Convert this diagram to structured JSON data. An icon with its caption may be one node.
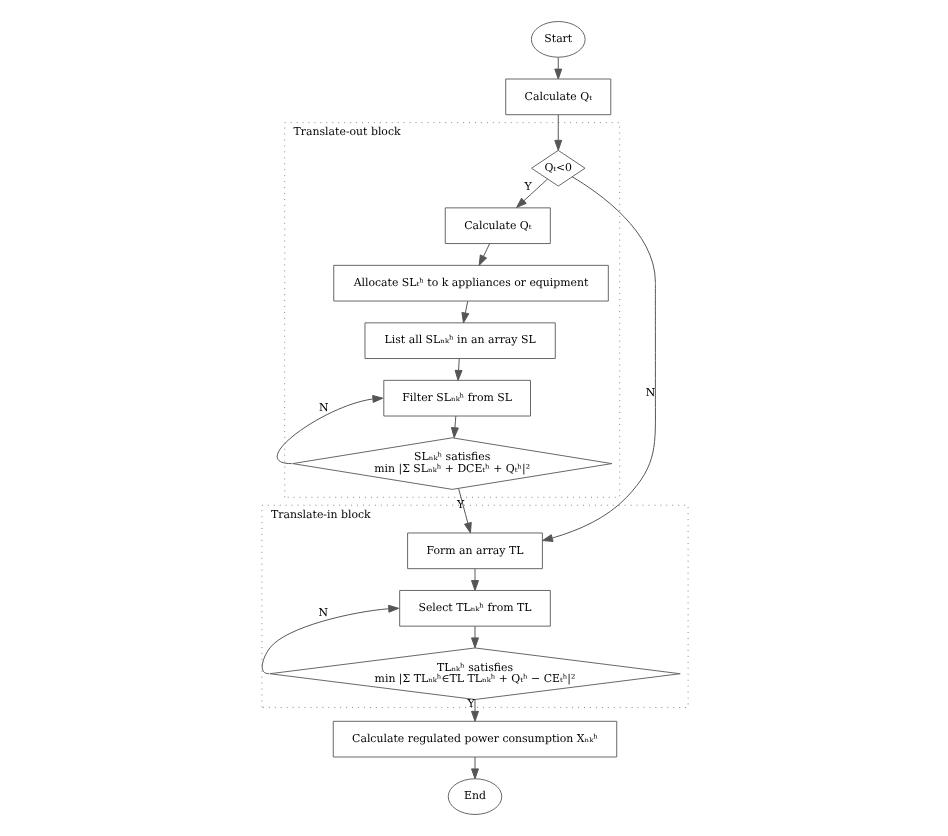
{
  "diagram": {
    "nodes": [
      {
        "text": [
          "Start"
        ]
      },
      {
        "text": [
          "Calculate Qₜ"
        ]
      },
      {
        "text": [
          "Translate-out block"
        ]
      },
      {
        "text": [
          "Qₜ<0"
        ],
        "in": 2
      },
      {
        "text": [
          "Calculate Qₜ"
        ],
        "in": 2
      },
      {
        "text": [
          "Allocate SLₜʰ to k appliances or equipment"
        ],
        "in": 2
      },
      {
        "text": [
          "List all SLₙₖʰ in an array SL"
        ],
        "in": 2
      },
      {
        "text": [
          "Filter SLₙₖʰ from SL"
        ],
        "in": 2
      },
      {
        "text": [
          "SLₙₖʰ satisfies",
          "min |Σ SLₙₖʰ + DCEₜʰ + Qₜʰ|²"
        ],
        "in": 2
      },
      {
        "text": [
          "Translate-in block"
        ]
      },
      {
        "text": [
          "Form an array TL"
        ],
        "in": 9
      },
      {
        "text": [
          "Select TLₙₖʰ from TL"
        ],
        "in": 9
      },
      {
        "text": [
          "TLₙₖʰ satisfies",
          "min |Σ TLₙₖʰ∈TL TLₙₖʰ + Qₜʰ − CEₜʰ|²"
        ],
        "in": 9
      },
      {
        "text": [
          "Calculate regulated power consumption Xₙₖʰ"
        ]
      },
      {
        "text": [
          "End"
        ]
      }
    ],
    "edges": [
      {
        "from": 0,
        "to": 1,
        "arrow": "to"
      },
      {
        "from": 1,
        "to": 3,
        "arrow": "to"
      },
      {
        "from": 3,
        "to": 4,
        "arrow": "to",
        "label": "Y"
      },
      {
        "from": 3,
        "to": 10,
        "arrow": "to",
        "label": "N"
      },
      {
        "from": 4,
        "to": 5,
        "arrow": "to"
      },
      {
        "from": 5,
        "to": 6,
        "arrow": "to"
      },
      {
        "from": 6,
        "to": 7,
        "arrow": "to"
      },
      {
        "from": 7,
        "to": 8,
        "arrow": "to"
      },
      {
        "from": 8,
        "to": 7,
        "arrow": "to",
        "label": "N"
      },
      {
        "from": 8,
        "to": 10,
        "arrow": "to",
        "label": "Y"
      },
      {
        "from": 10,
        "to": 11,
        "arrow": "to"
      },
      {
        "from": 11,
        "to": 12,
        "arrow": "to"
      },
      {
        "from": 12,
        "to": 11,
        "arrow": "to",
        "label": "N"
      },
      {
        "from": 12,
        "to": 13,
        "arrow": "to",
        "label": "Y"
      },
      {
        "from": 13,
        "to": 14,
        "arrow": "to"
      }
    ]
  }
}
